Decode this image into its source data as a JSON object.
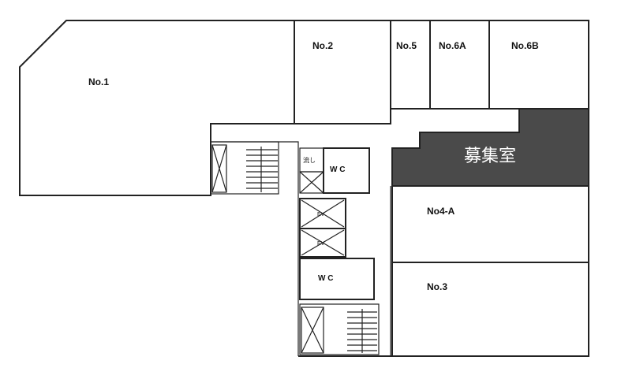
{
  "units": {
    "no1": "No.1",
    "no2": "No.2",
    "no5": "No.5",
    "no6a": "No.6A",
    "no6b": "No.6B",
    "no4a": "No4-A",
    "no3": "No.3"
  },
  "vacancy": {
    "label": "募集室",
    "color": "#4a4a4a"
  },
  "facilities": {
    "wc_upper": "W C",
    "wc_lower": "W C",
    "kitchenette": "流し",
    "ev_upper": "EV",
    "ev_lower": "EV"
  }
}
